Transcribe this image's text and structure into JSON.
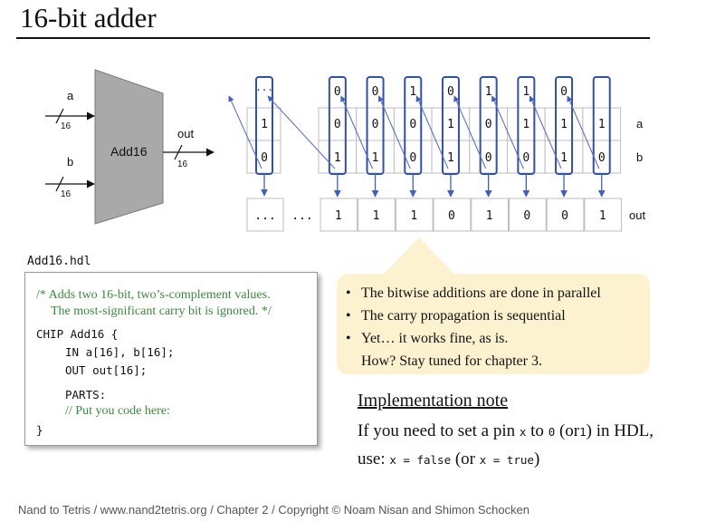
{
  "title": "16-bit adder",
  "chip": {
    "name": "Add16",
    "input_a": "a",
    "input_b": "b",
    "output": "out",
    "bus_width": "16"
  },
  "bit_diagram": {
    "carry_bits": [
      "0",
      "0",
      "1",
      "0",
      "1",
      "1",
      "0",
      ""
    ],
    "a_bits": [
      "0",
      "0",
      "0",
      "1",
      "0",
      "1",
      "1",
      "1"
    ],
    "b_bits": [
      "1",
      "1",
      "0",
      "1",
      "0",
      "0",
      "1",
      "0"
    ],
    "out_bits": [
      "1",
      "1",
      "1",
      "0",
      "1",
      "0",
      "0",
      "1"
    ],
    "partial_column": {
      "carry": "...",
      "a": "1",
      "b": "0"
    },
    "ellipsis": "...",
    "row_labels": {
      "a": "a",
      "b": "b",
      "out": "out"
    }
  },
  "hdl": {
    "filename": "Add16.hdl",
    "comment_line1": "/* Adds two 16-bit, two’s-complement values.",
    "comment_line2": "The most-significant carry bit is ignored. */",
    "chip_line": "CHIP Add16 {",
    "in_line": "IN a[16], b[16];",
    "out_line": "OUT out[16];",
    "parts_line": "PARTS:",
    "parts_comment": "// Put you code here:",
    "close_line": "}"
  },
  "notes": {
    "bullet1": "The bitwise additions are done in parallel",
    "bullet2": "The carry propagation is sequential",
    "bullet3_line1": "Yet… it works fine, as is.",
    "bullet3_line2": "How? Stay tuned for chapter 3."
  },
  "implementation": {
    "title": "Implementation note",
    "line1_a": "If you need to set a pin",
    "pin": "x",
    "line1_b": "to",
    "zero": "0",
    "line1_c": "(or",
    "one": "1",
    "line1_d": ") in HDL,",
    "line2_use": "use:",
    "code_false": "x = false",
    "line2_or": "(or",
    "code_true": "x = true",
    "line2_close": ")"
  },
  "footer": "Nand to Tetris / www.nand2tetris.org / Chapter 2 / Copyright © Noam Nisan and Shimon Schocken",
  "colors": {
    "chip_fill": "#a9a9a9",
    "highlight": "#3050b0",
    "carry_arrow": "#6070c8",
    "bubble": "#fdf2cf",
    "comment": "#3a8a3a",
    "cell_border": "#bdbdbd"
  }
}
